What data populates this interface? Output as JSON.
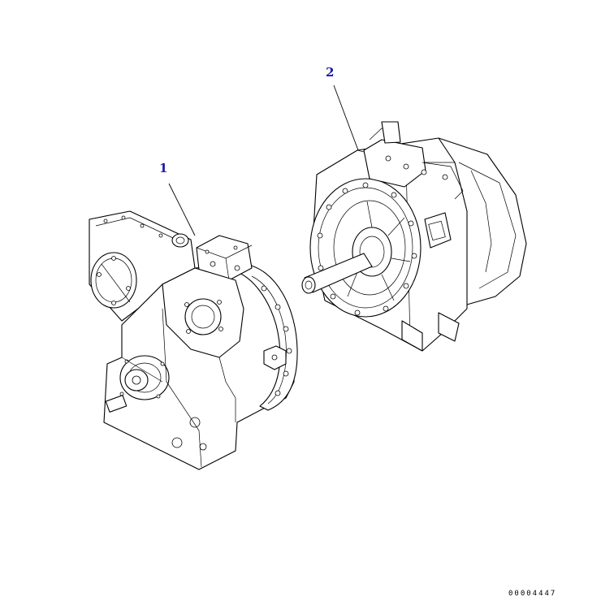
{
  "callouts": [
    {
      "number": "1"
    },
    {
      "number": "2"
    }
  ],
  "drawing_code": "00004447",
  "colors": {
    "callout_text": "#1a1aa8",
    "line_art": "#000000",
    "background": "#ffffff"
  }
}
